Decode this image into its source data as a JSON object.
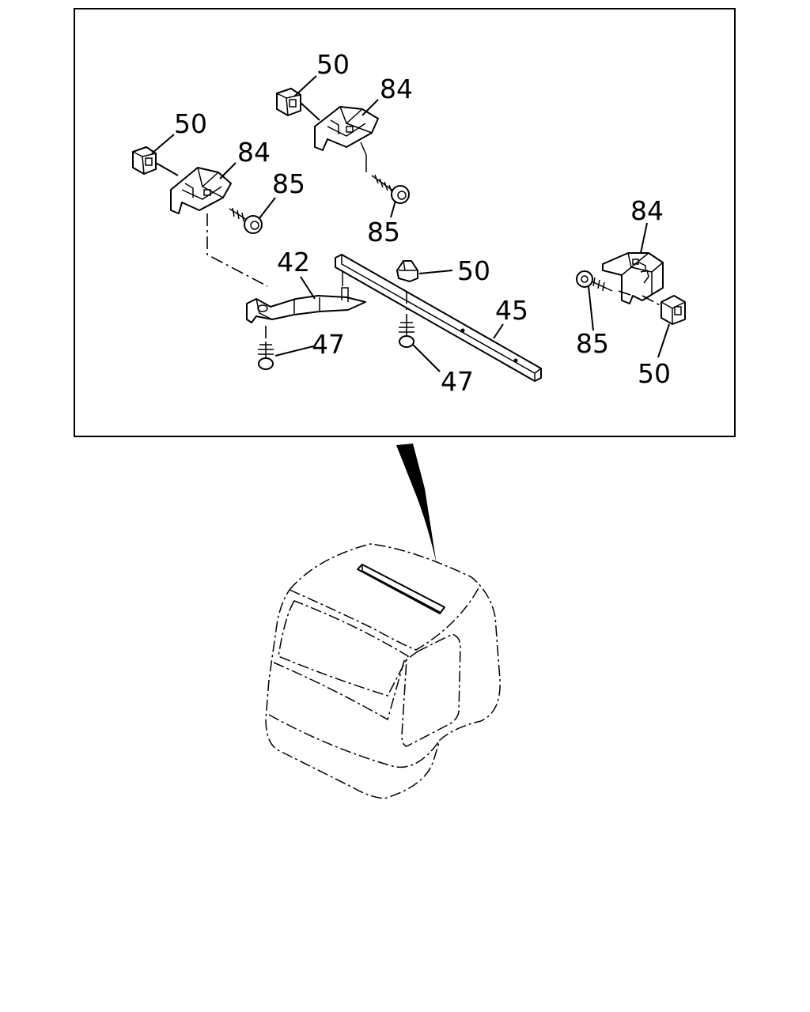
{
  "diagram": {
    "callouts": [
      {
        "id": "c50-top",
        "text": "50"
      },
      {
        "id": "c84-top",
        "text": "84"
      },
      {
        "id": "c85-top",
        "text": "85"
      },
      {
        "id": "c50-left",
        "text": "50"
      },
      {
        "id": "c84-left",
        "text": "84"
      },
      {
        "id": "c85-left",
        "text": "85"
      },
      {
        "id": "c42",
        "text": "42"
      },
      {
        "id": "c47-left",
        "text": "47"
      },
      {
        "id": "c50-mid",
        "text": "50"
      },
      {
        "id": "c45",
        "text": "45"
      },
      {
        "id": "c47-mid",
        "text": "47"
      },
      {
        "id": "c84-right",
        "text": "84"
      },
      {
        "id": "c85-right",
        "text": "85"
      },
      {
        "id": "c50-right",
        "text": "50"
      }
    ]
  }
}
